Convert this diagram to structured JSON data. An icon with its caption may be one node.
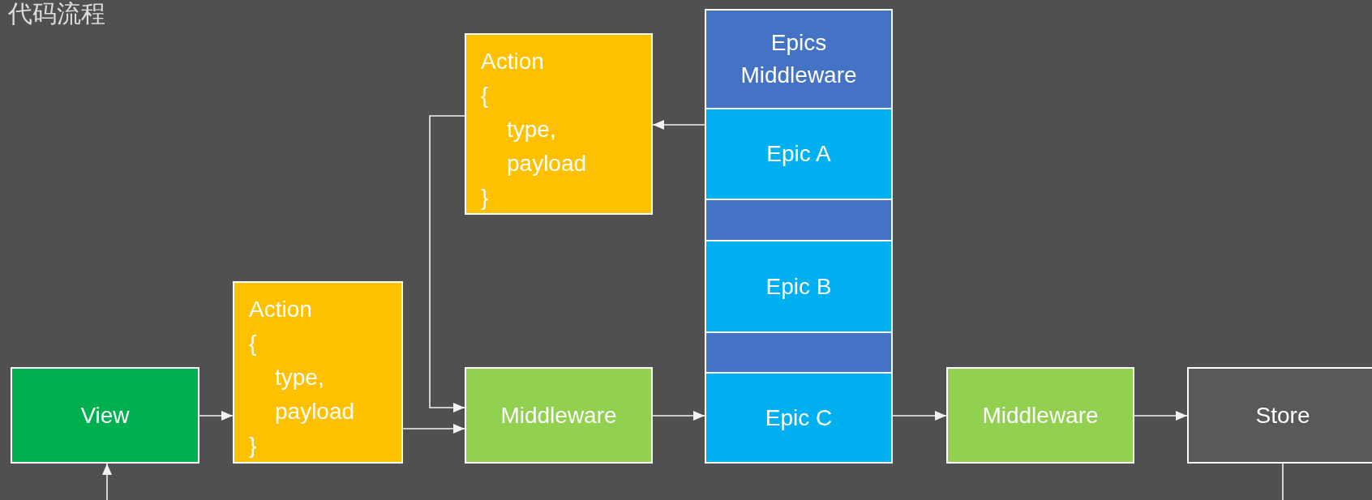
{
  "diagram": {
    "title": "代码流程",
    "nodes": [
      {
        "text": [
          "View"
        ]
      },
      {
        "text": [
          "Action",
          "{",
          "type,",
          "payload",
          "}"
        ]
      },
      {
        "text": [
          "Action",
          "{",
          "type,",
          "payload",
          "}"
        ]
      },
      {
        "text": [
          "Middleware"
        ]
      },
      {
        "text": [
          "Epics Middleware"
        ]
      },
      {
        "text": [
          "Epic A"
        ]
      },
      {
        "text": [],
        "shape": "bar"
      },
      {
        "text": [
          "Epic B"
        ]
      },
      {
        "text": [],
        "shape": "bar"
      },
      {
        "text": [
          "Epic C"
        ]
      },
      {
        "text": [
          "Middleware"
        ]
      },
      {
        "text": [
          "Store"
        ]
      }
    ],
    "edges": [
      {
        "from": 0,
        "to": 1,
        "arrow": "to"
      },
      {
        "from": 1,
        "to": 3,
        "arrow": "to"
      },
      {
        "from": 2,
        "to": 3,
        "arrow": "to"
      },
      {
        "from": 3,
        "to": 9,
        "arrow": "to"
      },
      {
        "from": 5,
        "to": 2,
        "arrow": "to"
      },
      {
        "from": 9,
        "to": 10,
        "arrow": "to"
      },
      {
        "from": 10,
        "to": 11,
        "arrow": "to"
      },
      {
        "from": 11,
        "to": null,
        "arrow": "none"
      },
      {
        "from": null,
        "to": 0,
        "arrow": "to"
      }
    ]
  }
}
